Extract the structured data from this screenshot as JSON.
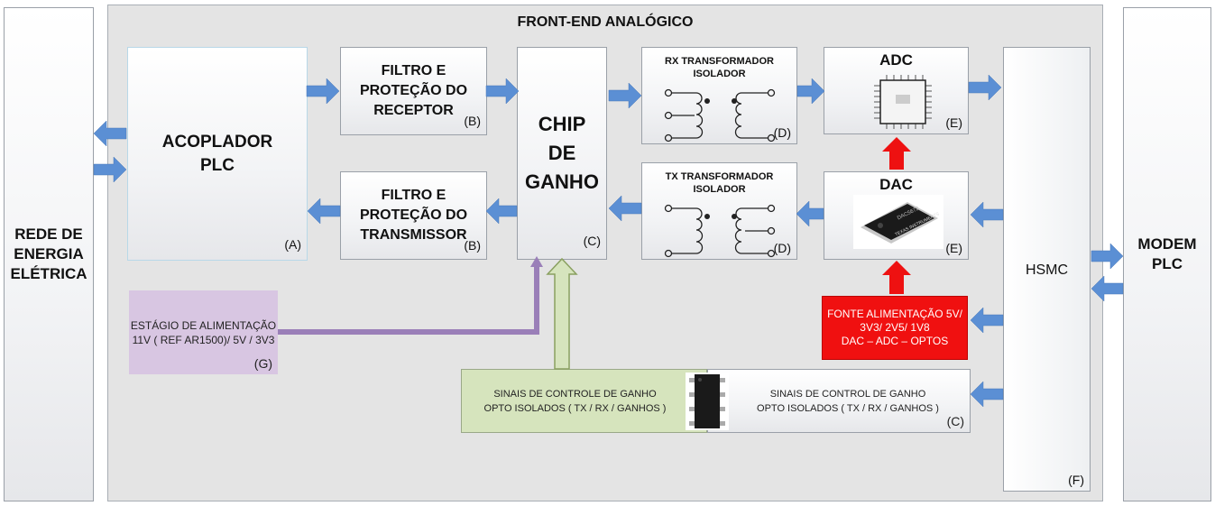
{
  "colors": {
    "arrow_blue": "#5b8fd4",
    "arrow_red": "#ee1111",
    "power_purple": "#9a7fb8",
    "power_fill": "#d8c6e2",
    "control_green": "#d6e4bd",
    "source_red": "#f01010"
  },
  "front_end": {
    "title": "FRONT-END ANALÓGICO"
  },
  "rede": {
    "line1": "REDE DE",
    "line2": "ENERGIA",
    "line3": "ELÉTRICA"
  },
  "modem": {
    "line1": "MODEM",
    "line2": "PLC"
  },
  "acoplador": {
    "line1": "ACOPLADOR",
    "line2": "PLC",
    "tag": "(A)"
  },
  "filtro_rx": {
    "line1": "FILTRO E",
    "line2": "PROTEÇÃO DO",
    "line3": "RECEPTOR",
    "tag": "(B)"
  },
  "filtro_tx": {
    "line1": "FILTRO E",
    "line2": "PROTEÇÃO DO",
    "line3": "TRANSMISSOR",
    "tag": "(B)"
  },
  "chip_ganho": {
    "line1": "CHIP",
    "line2": "DE",
    "line3": "GANHO",
    "tag": "(C)"
  },
  "rx_transformer": {
    "line1": "RX TRANSFORMADOR",
    "line2": "ISOLADOR",
    "tag": "(D)"
  },
  "tx_transformer": {
    "line1": "TX TRANSFORMADOR",
    "line2": "ISOLADOR",
    "tag": "(D)"
  },
  "adc": {
    "title": "ADC",
    "tag": "(E)"
  },
  "dac": {
    "title": "DAC",
    "tag": "(E)",
    "chip_label": "DAC5672",
    "chip_brand": "TEXAS INSTRUMENTS"
  },
  "hsmc": {
    "label": "HSMC",
    "tag": "(F)"
  },
  "fonte": {
    "line1": "FONTE ALIMENTAÇÃO 5V/",
    "line2": "3V3/ 2V5/ 1V8",
    "line3": "DAC – ADC – OPTOS"
  },
  "estagio": {
    "line1": "ESTÁGIO DE ALIMENTAÇÃO",
    "line2": "11V ( REF AR1500)/ 5V / 3V3",
    "tag": "(G)"
  },
  "sinais_green": {
    "line1": "SINAIS DE CONTROLE DE GANHO",
    "line2": "OPTO ISOLADOS  ( TX / RX / GANHOS )"
  },
  "sinais_white": {
    "line1": "SINAIS DE CONTROL DE GANHO",
    "line2": "OPTO ISOLADOS  ( TX / RX / GANHOS )",
    "tag": "(C)"
  }
}
